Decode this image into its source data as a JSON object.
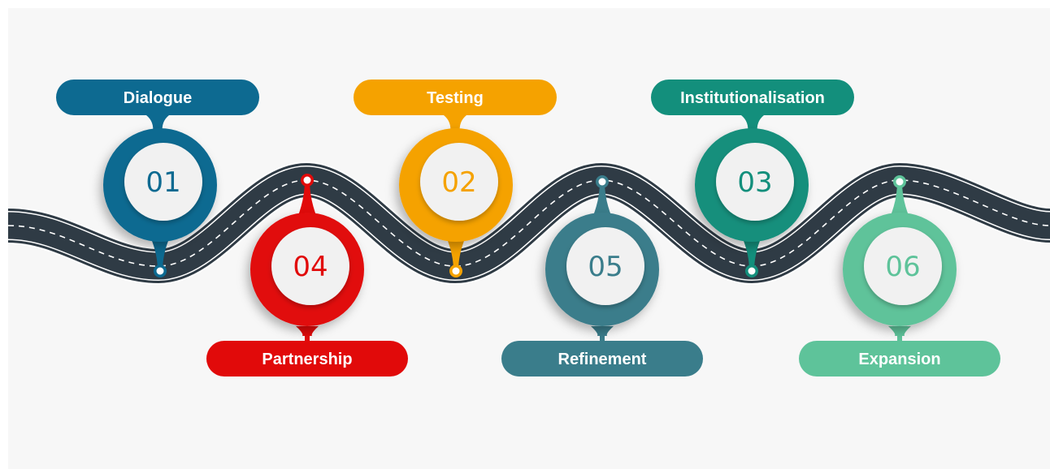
{
  "stages": [
    {
      "number": "01",
      "label": "Dialogue",
      "color": "#0d6a91"
    },
    {
      "number": "02",
      "label": "Testing",
      "color": "#f5a200"
    },
    {
      "number": "03",
      "label": "Institutionalisation",
      "color": "#138f7c"
    },
    {
      "number": "04",
      "label": "Partnership",
      "color": "#e10a0a"
    },
    {
      "number": "05",
      "label": "Refinement",
      "color": "#3a7d8b"
    },
    {
      "number": "06",
      "label": "Expansion",
      "color": "#5ec39a"
    }
  ],
  "road": {
    "color": "#2f3b45",
    "marking_color": "#ffffff"
  },
  "disc_color": "#f1f1f1"
}
